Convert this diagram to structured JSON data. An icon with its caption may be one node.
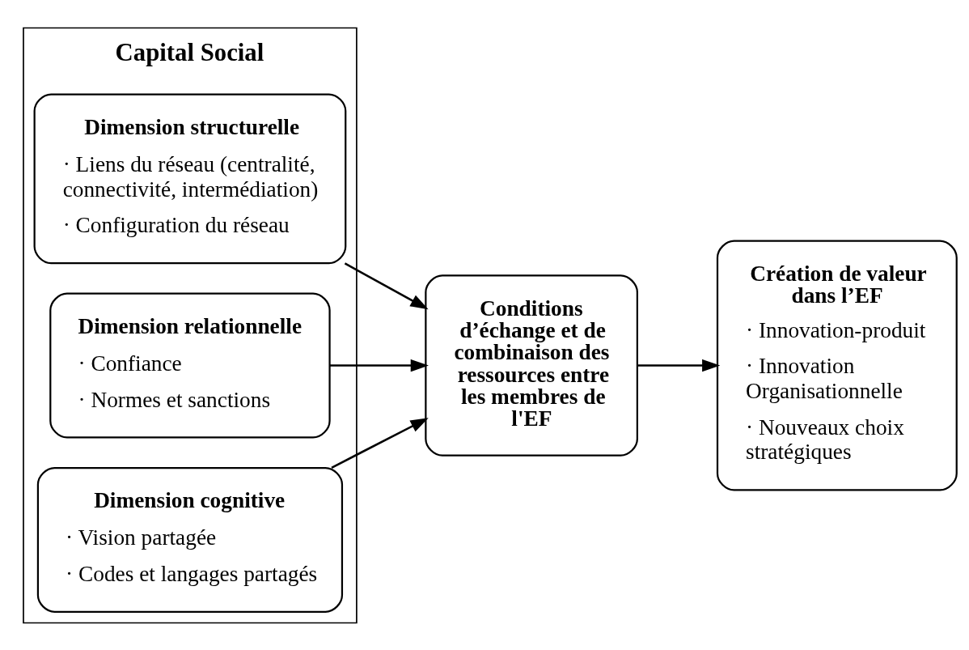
{
  "diagram": {
    "nodes": [
      {
        "text": [
          "Capital Social"
        ]
      },
      {
        "text": [
          "Dimension structurelle",
          "· Liens du réseau (centralité, connectivité, intermédiation)",
          "· Configuration du réseau"
        ],
        "in": 0
      },
      {
        "text": [
          "Dimension relationnelle",
          "· Confiance",
          "· Normes et sanctions"
        ],
        "in": 0
      },
      {
        "text": [
          "Dimension cognitive",
          "· Vision partagée",
          "· Codes et langages partagés"
        ],
        "in": 0
      },
      {
        "text": [
          "Conditions d’échange et de combinaison des ressources entre les membres de l'EF"
        ]
      },
      {
        "text": [
          "Création de valeur dans l’EF",
          "· Innovation-produit",
          "· Innovation Organisationnelle",
          "· Nouveaux choix stratégiques"
        ]
      }
    ],
    "edges": [
      {
        "from": 1,
        "to": 4,
        "arrow": "to"
      },
      {
        "from": 2,
        "to": 4,
        "arrow": "to"
      },
      {
        "from": 3,
        "to": 4,
        "arrow": "to"
      },
      {
        "from": 4,
        "to": 5,
        "arrow": "to"
      }
    ]
  }
}
